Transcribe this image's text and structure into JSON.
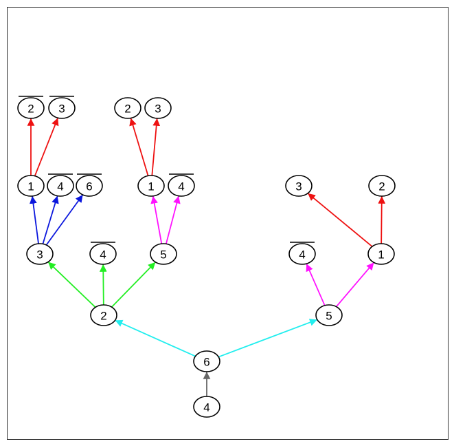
{
  "colors": {
    "red": "#ee1111",
    "blue": "#0a16dd",
    "green": "#22ee22",
    "magenta": "#ff11ff",
    "cyan": "#22eeee",
    "gray": "#666666"
  },
  "nodes": [
    {
      "id": "n_top_2",
      "label": "2",
      "negated": true
    },
    {
      "id": "n_top_3",
      "label": "3",
      "negated": true
    },
    {
      "id": "n_top_2b",
      "label": "2",
      "negated": false
    },
    {
      "id": "n_top_3b",
      "label": "3",
      "negated": false
    },
    {
      "id": "n_l1_1",
      "label": "1",
      "negated": false
    },
    {
      "id": "n_l1_4",
      "label": "4",
      "negated": true
    },
    {
      "id": "n_l1_6",
      "label": "6",
      "negated": true
    },
    {
      "id": "n_l1_1b",
      "label": "1",
      "negated": false
    },
    {
      "id": "n_l1_4b",
      "label": "4",
      "negated": true
    },
    {
      "id": "n_r_3",
      "label": "3",
      "negated": false
    },
    {
      "id": "n_r_2",
      "label": "2",
      "negated": false
    },
    {
      "id": "n_l2_3",
      "label": "3",
      "negated": false
    },
    {
      "id": "n_l2_4",
      "label": "4",
      "negated": true
    },
    {
      "id": "n_l2_5",
      "label": "5",
      "negated": false
    },
    {
      "id": "n_r2_4",
      "label": "4",
      "negated": true
    },
    {
      "id": "n_r2_1",
      "label": "1",
      "negated": false
    },
    {
      "id": "n_l3_2",
      "label": "2",
      "negated": false
    },
    {
      "id": "n_l3_5",
      "label": "5",
      "negated": false
    },
    {
      "id": "n_root_6",
      "label": "6",
      "negated": false
    },
    {
      "id": "n_base_4",
      "label": "4",
      "negated": false
    }
  ],
  "edges": [
    {
      "from": "n_l1_1",
      "to": "n_top_2",
      "color": "red"
    },
    {
      "from": "n_l1_1",
      "to": "n_top_3",
      "color": "red"
    },
    {
      "from": "n_l1_1b",
      "to": "n_top_2b",
      "color": "red"
    },
    {
      "from": "n_l1_1b",
      "to": "n_top_3b",
      "color": "red"
    },
    {
      "from": "n_r2_1",
      "to": "n_r_3",
      "color": "red"
    },
    {
      "from": "n_r2_1",
      "to": "n_r_2",
      "color": "red"
    },
    {
      "from": "n_l2_3",
      "to": "n_l1_1",
      "color": "blue"
    },
    {
      "from": "n_l2_3",
      "to": "n_l1_4",
      "color": "blue"
    },
    {
      "from": "n_l2_3",
      "to": "n_l1_6",
      "color": "blue"
    },
    {
      "from": "n_l2_5",
      "to": "n_l1_1b",
      "color": "magenta"
    },
    {
      "from": "n_l2_5",
      "to": "n_l1_4b",
      "color": "magenta"
    },
    {
      "from": "n_l3_2",
      "to": "n_l2_3",
      "color": "green"
    },
    {
      "from": "n_l3_2",
      "to": "n_l2_4",
      "color": "green"
    },
    {
      "from": "n_l3_2",
      "to": "n_l2_5",
      "color": "green"
    },
    {
      "from": "n_l3_5",
      "to": "n_r2_4",
      "color": "magenta"
    },
    {
      "from": "n_l3_5",
      "to": "n_r2_1",
      "color": "magenta"
    },
    {
      "from": "n_root_6",
      "to": "n_l3_2",
      "color": "cyan"
    },
    {
      "from": "n_root_6",
      "to": "n_l3_5",
      "color": "cyan"
    },
    {
      "from": "n_base_4",
      "to": "n_root_6",
      "color": "gray"
    }
  ]
}
